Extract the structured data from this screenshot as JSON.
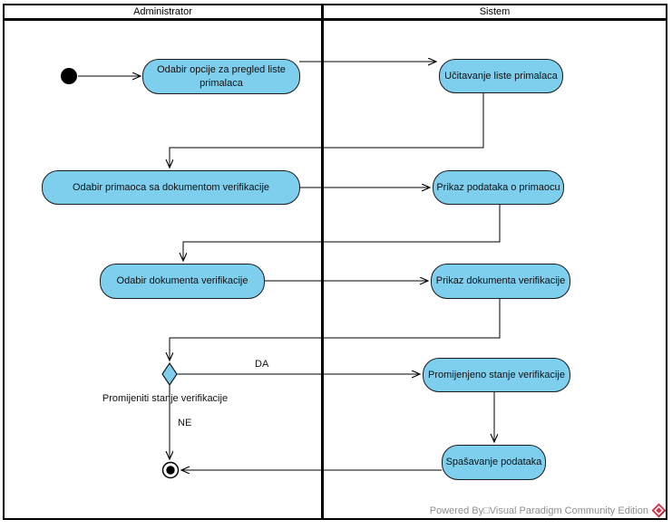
{
  "lanes": {
    "administrator": "Administrator",
    "sistem": "Sistem"
  },
  "activities": {
    "select_list_option": "Odabir opcije za pregled liste primalaca",
    "load_recipient_list": "Učitavanje liste primalaca",
    "select_recipient": "Odabir primaoca sa dokumentom verifikacije",
    "show_recipient_data": "Prikaz podataka o primaocu",
    "select_document": "Odabir dokumenta verifikacije",
    "show_document": "Prikaz dokumenta verifikacije",
    "changed_state": "Promijenjeno stanje verifikacije",
    "save_data": "Spašavanje podataka"
  },
  "decision": {
    "question": "Promijeniti stanje verifikacije",
    "yes_label": "DA",
    "no_label": "NE"
  },
  "footer": {
    "powered_by": "Powered By□Visual Paradigm Community Edition",
    "logo_icon": "visual-paradigm-logo"
  },
  "colors": {
    "activity_fill": "#7ECFEE",
    "activity_border": "#1b1b1b",
    "line": "#000000",
    "watermark_text": "#8f8f8f",
    "logo_red": "#CE3A4D"
  }
}
